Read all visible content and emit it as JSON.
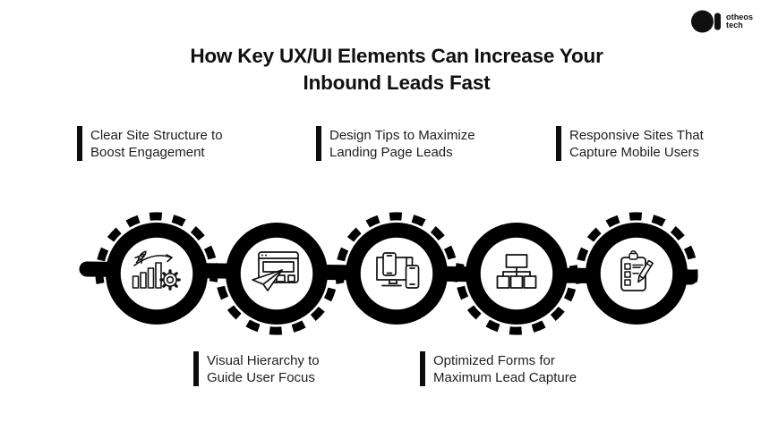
{
  "brand": {
    "logo_icon": "otheos-tech-logo",
    "name": "otheos",
    "suffix": "tech"
  },
  "title": {
    "line1": "How Key UX/UI Elements Can Increase Your",
    "line2": "Inbound Leads Fast"
  },
  "top_labels": [
    {
      "line1": "Clear Site Structure to",
      "line2": "Boost Engagement"
    },
    {
      "line1": "Design Tips to Maximize",
      "line2": "Landing Page Leads"
    },
    {
      "line1": "Responsive Sites That",
      "line2": "Capture Mobile Users"
    }
  ],
  "bottom_labels": [
    {
      "line1": "Visual Hierarchy to",
      "line2": "Guide User Focus"
    },
    {
      "line1": "Optimized Forms for",
      "line2": "Maximum Lead Capture"
    }
  ],
  "steps": [
    {
      "icon": "growth-rocket-gear-icon"
    },
    {
      "icon": "landing-page-plane-icon"
    },
    {
      "icon": "responsive-devices-icon"
    },
    {
      "icon": "sitemap-icon"
    },
    {
      "icon": "form-checklist-pencil-icon"
    }
  ],
  "colors": {
    "background": "#ffffff",
    "ink": "#000000",
    "text": "#1e1e1e"
  }
}
